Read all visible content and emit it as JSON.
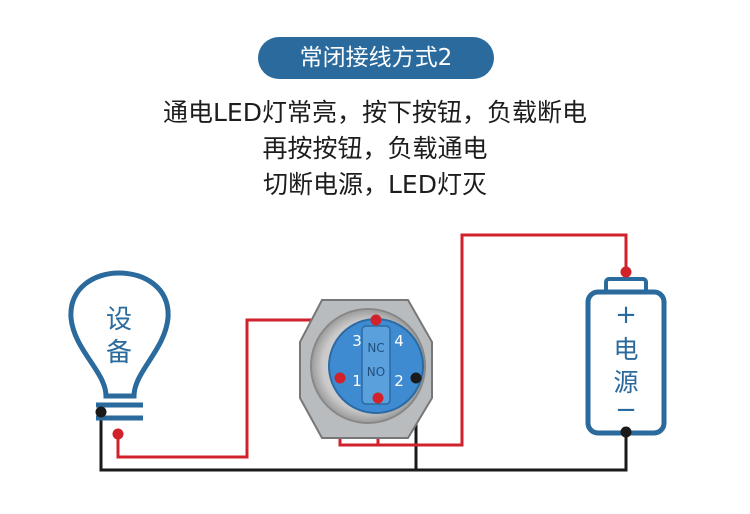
{
  "title": "常闭接线方式2",
  "description": [
    "通电LED灯常亮，按下按钮，负载断电",
    "再按按钮，负载通电",
    "切断电源，LED灯灭"
  ],
  "bulb": {
    "label_line1": "设",
    "label_line2": "备"
  },
  "battery": {
    "plus": "+",
    "label_line1": "电",
    "label_line2": "源",
    "minus": "−"
  },
  "switch": {
    "terminal_3": "3",
    "terminal_4": "4",
    "terminal_1": "1",
    "terminal_2": "2",
    "nc": "NC",
    "no": "NO"
  },
  "colors": {
    "accent": "#2a6a9c",
    "wire_red": "#d1222c",
    "wire_black": "#1a1a1a",
    "switch_blue": "#3f8bd1"
  }
}
